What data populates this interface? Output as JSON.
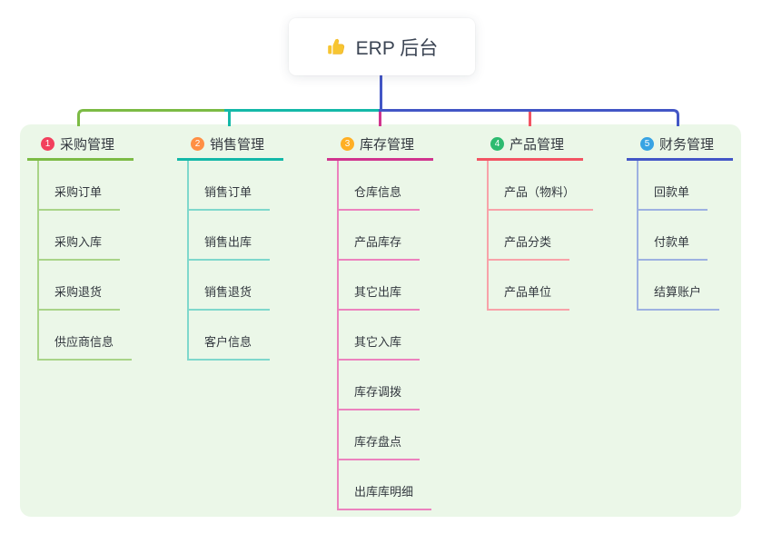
{
  "root": {
    "title": "ERP 后台",
    "icon": "thumbs-up",
    "icon_color": "#f7c531"
  },
  "canvas": {
    "bg_color": "#ebf7e8"
  },
  "connector": {
    "stem_color": "#4356c6"
  },
  "branches": [
    {
      "num": "1",
      "label": "采购管理",
      "badge_color": "#f2405d",
      "line_color": "#7cbb45",
      "child_line_color": "#a9d488",
      "children": [
        "采购订单",
        "采购入库",
        "采购退货",
        "供应商信息"
      ]
    },
    {
      "num": "2",
      "label": "销售管理",
      "badge_color": "#ff8f45",
      "line_color": "#14b8a8",
      "child_line_color": "#7fd8cc",
      "children": [
        "销售订单",
        "销售出库",
        "销售退货",
        "客户信息"
      ]
    },
    {
      "num": "3",
      "label": "库存管理",
      "badge_color": "#ffaf24",
      "line_color": "#d0358e",
      "child_line_color": "#ec82be",
      "children": [
        "仓库信息",
        "产品库存",
        "其它出库",
        "其它入库",
        "库存调拨",
        "库存盘点",
        "出库库明细"
      ]
    },
    {
      "num": "4",
      "label": "产品管理",
      "badge_color": "#2dbb70",
      "line_color": "#f25463",
      "child_line_color": "#f8a2a9",
      "children": [
        "产品（物料）",
        "产品分类",
        "产品单位"
      ]
    },
    {
      "num": "5",
      "label": "财务管理",
      "badge_color": "#38a3e3",
      "line_color": "#4356c6",
      "child_line_color": "#9db1e1",
      "children": [
        "回款单",
        "付款单",
        "结算账户"
      ]
    }
  ]
}
